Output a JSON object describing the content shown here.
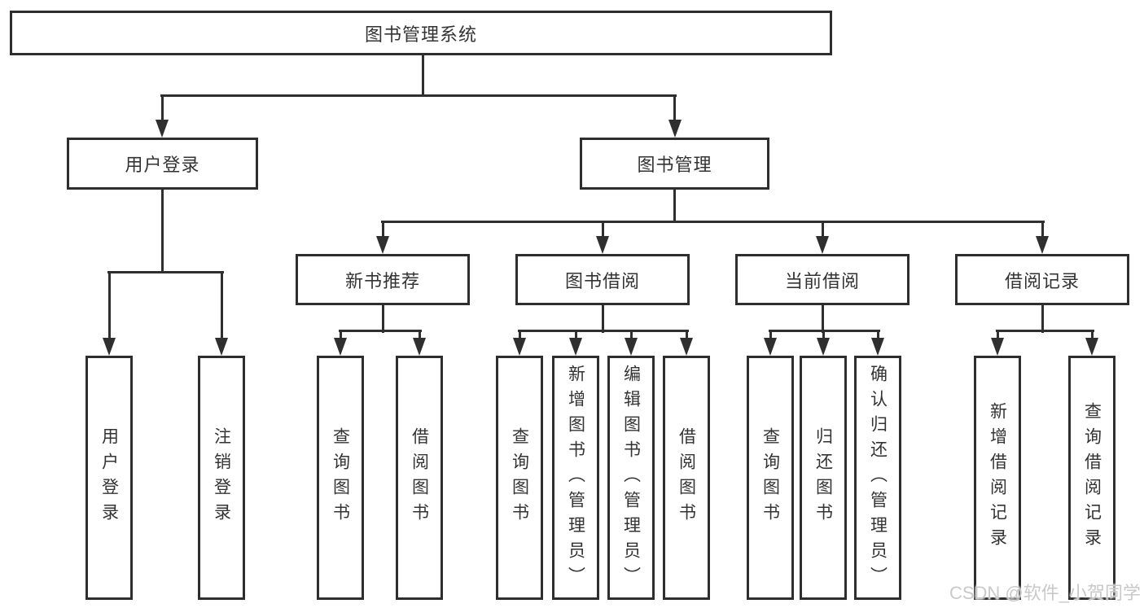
{
  "diagram": {
    "title": "图书管理系统",
    "root": {
      "label": "图书管理系统"
    },
    "level2": [
      {
        "label": "用户登录"
      },
      {
        "label": "图书管理"
      }
    ],
    "level3": [
      {
        "label": "新书推荐"
      },
      {
        "label": "图书借阅"
      },
      {
        "label": "当前借阅"
      },
      {
        "label": "借阅记录"
      }
    ],
    "leaves": {
      "user_login": [
        {
          "label": "用户登录"
        },
        {
          "label": "注销登录"
        }
      ],
      "new_book": [
        {
          "label": "查询图书"
        },
        {
          "label": "借阅图书"
        }
      ],
      "book_borrow": [
        {
          "label": "查询图书"
        },
        {
          "label": "新增图书（管理员）"
        },
        {
          "label": "编辑图书（管理员）"
        },
        {
          "label": "借阅图书"
        }
      ],
      "current_borrow": [
        {
          "label": "查询图书"
        },
        {
          "label": "归还图书"
        },
        {
          "label": "确认归还（管理员）"
        }
      ],
      "borrow_record": [
        {
          "label": "新增借阅记录"
        },
        {
          "label": "查询借阅记录"
        }
      ]
    }
  },
  "watermark": {
    "text": "CSDN @软件_小贺同学"
  },
  "colors": {
    "line": "#2f2f2f",
    "text": "#333333",
    "background": "#ffffff",
    "watermark": "#c9c9c9"
  }
}
